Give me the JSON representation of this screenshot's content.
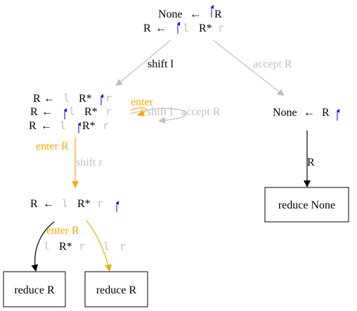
{
  "diagram": {
    "states": {
      "start": {
        "line1": {
          "lhs": "None",
          "arrow": "←",
          "rhs": "R"
        },
        "line2": {
          "lhs": "R",
          "arrow": "←",
          "done": "l",
          "rest": "R*",
          "la": "r"
        }
      },
      "mid": {
        "line1": {
          "lhs": "R",
          "arrow": "←",
          "done": "l",
          "rest": "R*",
          "la": "r"
        },
        "line2": {
          "lhs": "R",
          "arrow": "←",
          "done": "l",
          "rest": "R*",
          "la": "r"
        },
        "line3": {
          "lhs": "R",
          "arrow": "←",
          "done": "l",
          "rest": "R*",
          "la": "r"
        }
      },
      "accept": {
        "lhs": "None",
        "arrow": "←",
        "rhs": "R"
      },
      "lower": {
        "line1": {
          "lhs": "R",
          "arrow": "←",
          "done": "l",
          "rest": "R*",
          "la": "r"
        },
        "line2": {
          "done": "l",
          "rest": "R*",
          "la": "r",
          "extra1": "l",
          "extra2": "r"
        }
      }
    },
    "boxes": {
      "reduce_none": "reduce None",
      "reduce_r_left": "reduce R",
      "reduce_r_right": "reduce R"
    },
    "edges": {
      "shift_l": "shift l",
      "accept_r": "accept R",
      "enter_loop": "enter",
      "shift_loop": "shift l",
      "accept_loop": "accept R",
      "enter_r_mid": "enter R",
      "shift_r": "shift r",
      "r_edge": "R",
      "enter_r_lower": "enter R"
    },
    "colors": {
      "black": "#000000",
      "grey": "#c0c0c0",
      "orange": "#ffa500",
      "blue": "#0000ff"
    }
  }
}
